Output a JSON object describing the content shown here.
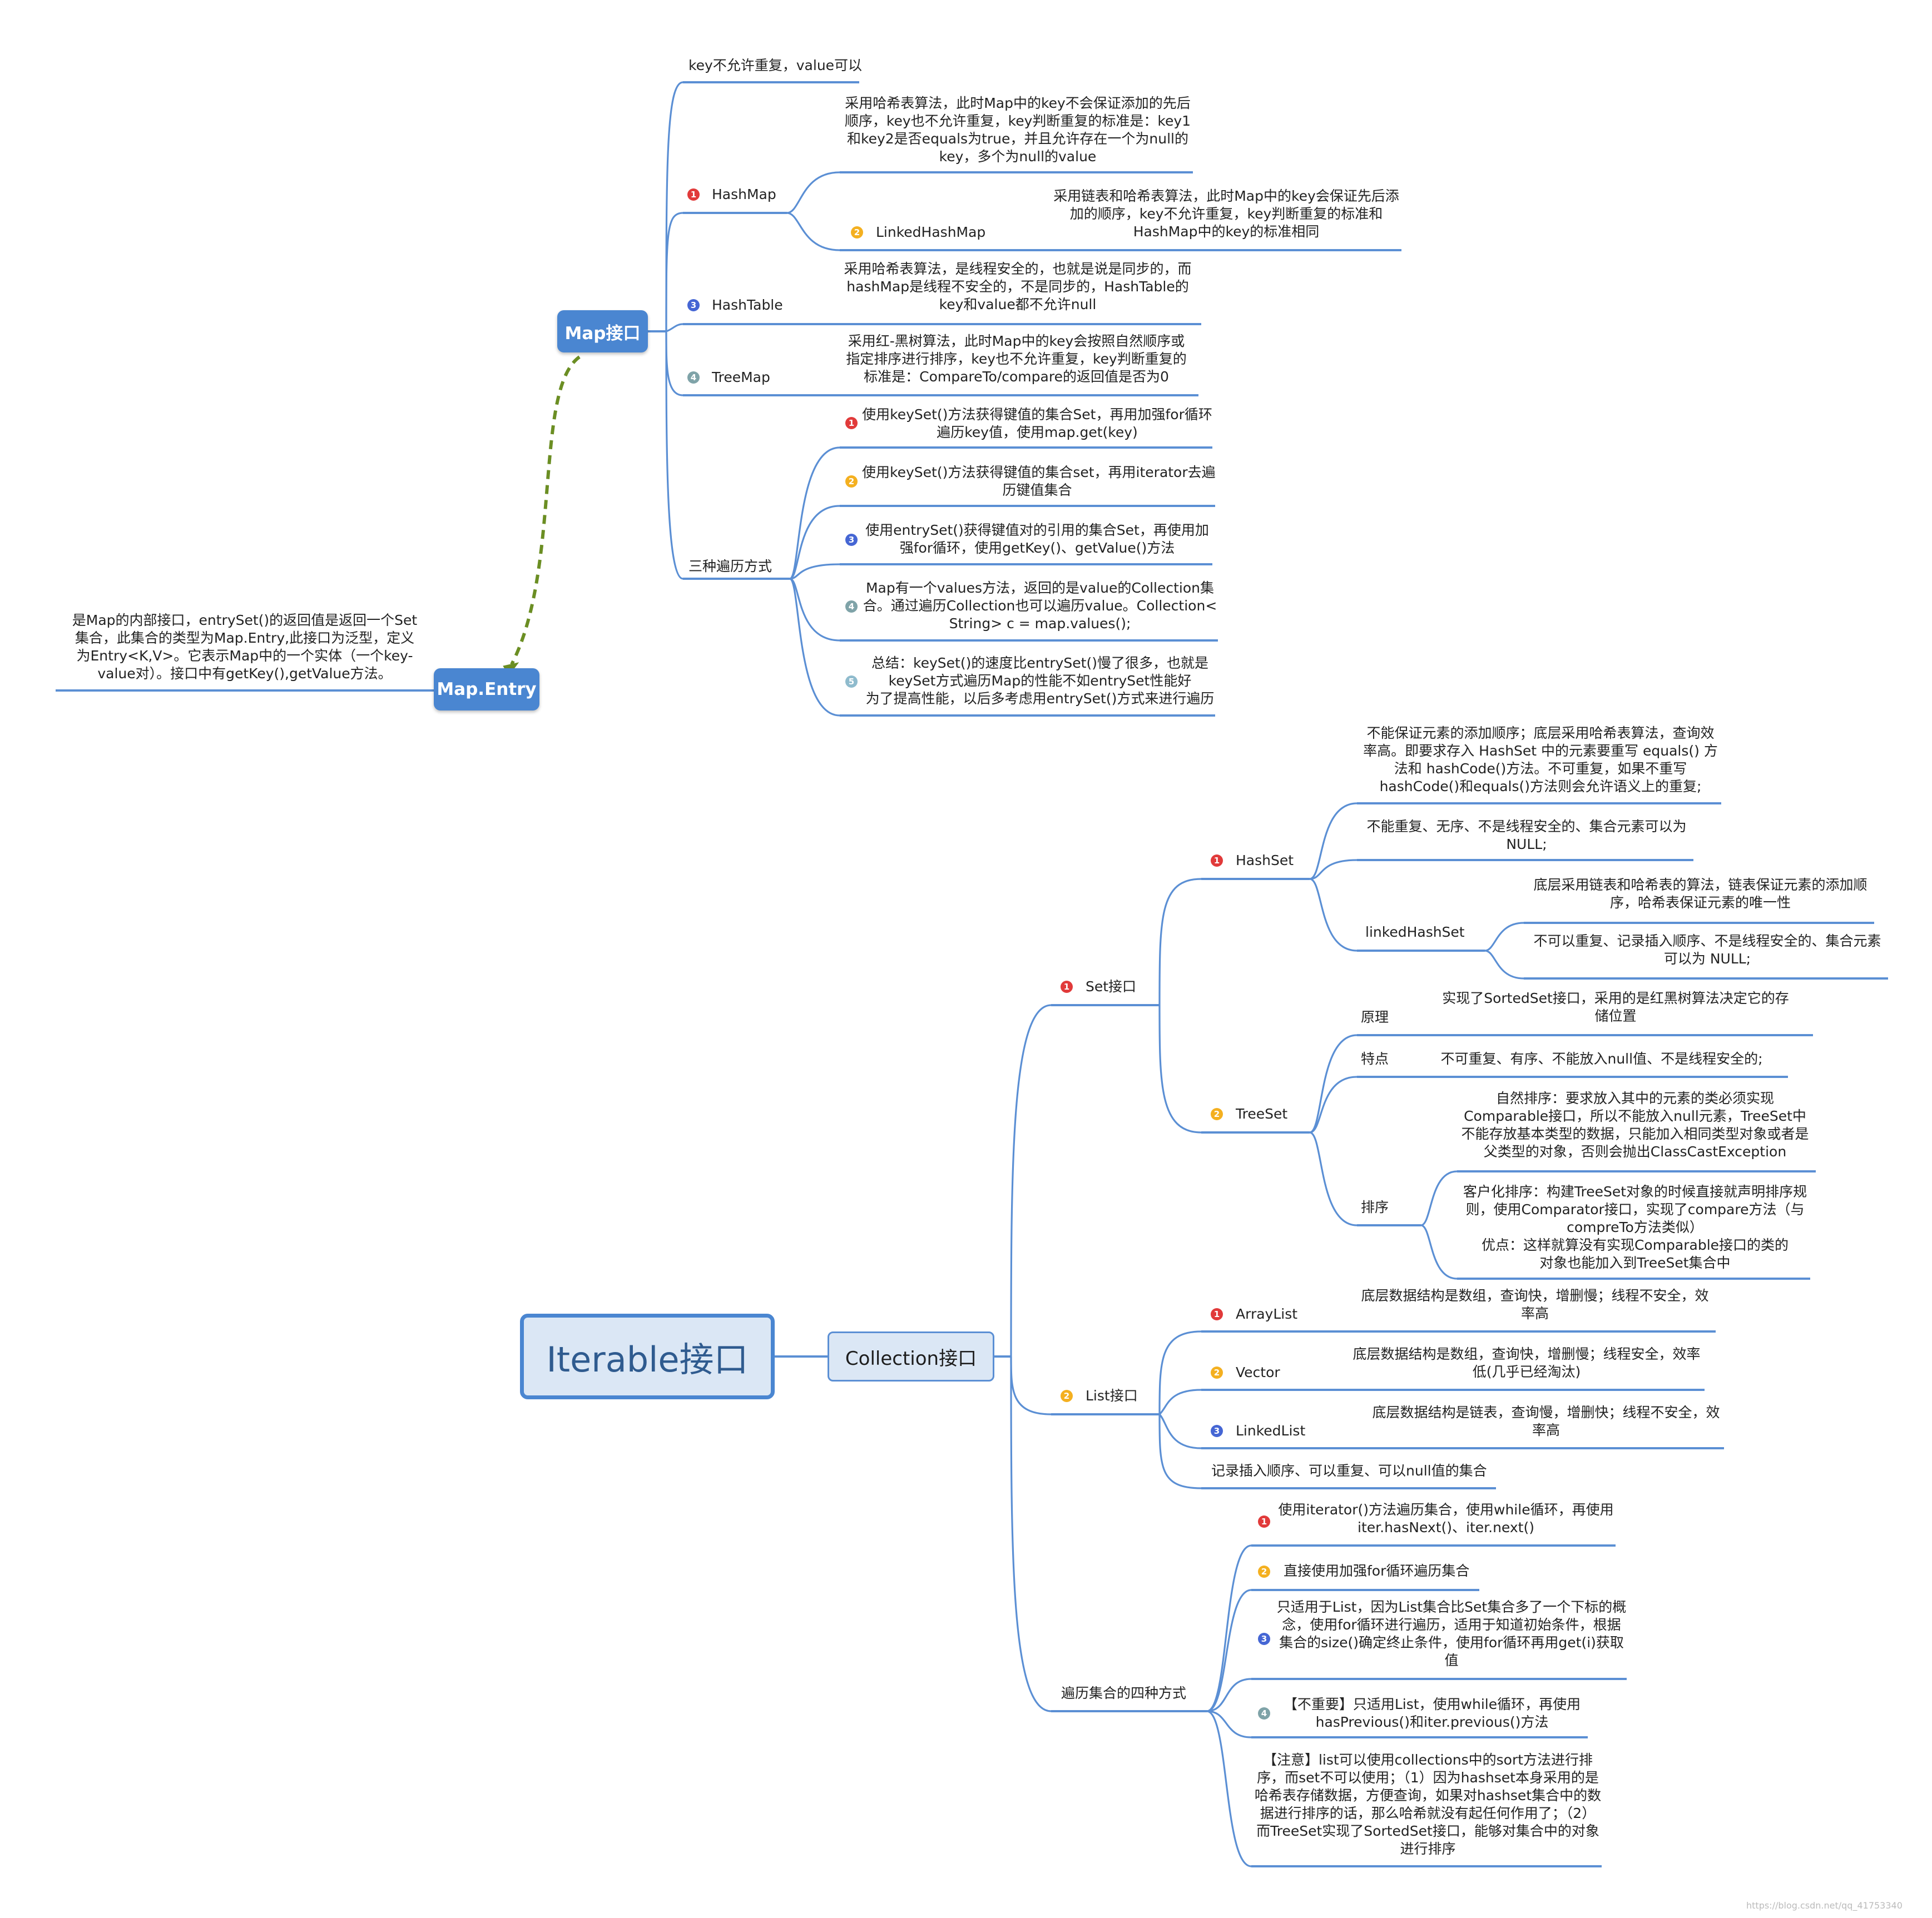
{
  "root": "Iterable接口",
  "collection": "Collection接口",
  "set": {
    "label": "Set接口",
    "hashset": {
      "label": "HashSet",
      "desc1": [
        "不能保证元素的添加顺序；底层采用哈希表算法，查询效",
        "率高。即要求存入 HashSet 中的元素要重写 equals() 方",
        "法和 hashCode()方法。不可重复，如果不重写",
        "hashCode()和equals()方法则会允许语义上的重复;"
      ],
      "desc2": [
        "不能重复、无序、不是线程安全的、集合元素可以为",
        "NULL;"
      ],
      "linked": {
        "label": "linkedHashSet",
        "desc1": [
          "底层采用链表和哈希表的算法，链表保证元素的添加顺",
          "序，哈希表保证元素的唯一性"
        ],
        "desc2": [
          "不可以重复、记录插入顺序、不是线程安全的、集合元素",
          "可以为 NULL;"
        ]
      }
    },
    "treeset": {
      "label": "TreeSet",
      "principle": {
        "label": "原理",
        "desc": [
          "实现了SortedSet接口，采用的是红黑树算法决定它的存",
          "储位置"
        ]
      },
      "feature": {
        "label": "特点",
        "desc": [
          "不可重复、有序、不能放入null值、不是线程安全的;"
        ]
      },
      "sort": {
        "label": "排序",
        "natural": [
          "自然排序：要求放入其中的元素的类必须实现",
          "Comparable接口，所以不能放入null元素，TreeSet中",
          "不能存放基本类型的数据，只能加入相同类型对象或者是",
          "父类型的对象，否则会抛出ClassCastException"
        ],
        "custom": [
          "客户化排序：构建TreeSet对象的时候直接就声明排序规",
          "则，使用Comparator接口，实现了compare方法（与",
          "compreTo方法类似）",
          "优点：这样就算没有实现Comparable接口的类的",
          "对象也能加入到TreeSet集合中"
        ]
      }
    }
  },
  "list": {
    "label": "List接口",
    "arraylist": {
      "label": "ArrayList",
      "desc": [
        "底层数据结构是数组，查询快，增删慢；线程不安全，效",
        "率高"
      ]
    },
    "vector": {
      "label": "Vector",
      "desc": [
        "底层数据结构是数组，查询快，增删慢；线程安全，效率",
        "低(几乎已经淘汰)"
      ]
    },
    "linkedlist": {
      "label": "LinkedList",
      "desc": [
        "底层数据结构是链表，查询慢，增删快；线程不安全，效",
        "率高"
      ]
    },
    "note": "记录插入顺序、可以重复、可以null值的集合"
  },
  "traverse4": {
    "label": "遍历集合的四种方式",
    "items": [
      [
        "使用iterator()方法遍历集合，使用while循环，再使用",
        "iter.hasNext()、iter.next()"
      ],
      [
        "直接使用加强for循环遍历集合"
      ],
      [
        "只适用于List，因为List集合比Set集合多了一个下标的概",
        "念，使用for循环进行遍历，适用于知道初始条件，根据",
        "集合的size()确定终止条件，使用for循环再用get(i)获取",
        "值"
      ],
      [
        "【不重要】只适用List，使用while循环，再使用",
        "hasPrevious()和iter.previous()方法"
      ],
      [
        "【注意】list可以使用collections中的sort方法进行排",
        "序，而set不可以使用；（1）因为hashset本身采用的是",
        "哈希表存储数据，方便查询，如果对hashset集合中的数",
        "据进行排序的话，那么哈希就没有起任何作用了；（2）",
        "而TreeSet实现了SortedSet接口，能够对集合中的对象",
        "进行排序"
      ]
    ]
  },
  "map": {
    "label": "Map接口",
    "key_note": "key不允许重复，value可以",
    "hashmap": {
      "label": "HashMap",
      "desc": [
        "采用哈希表算法，此时Map中的key不会保证添加的先后",
        "顺序，key也不允许重复，key判断重复的标准是：key1",
        "和key2是否equals为true，并且允许存在一个为null的",
        "key，多个为null的value"
      ],
      "linked": {
        "label": "LinkedHashMap",
        "desc": [
          "采用链表和哈希表算法，此时Map中的key会保证先后添",
          "加的顺序，key不允许重复，key判断重复的标准和",
          "HashMap中的key的标准相同"
        ]
      }
    },
    "hashtable": {
      "label": "HashTable",
      "desc": [
        "采用哈希表算法，是线程安全的，也就是说是同步的，而",
        "hashMap是线程不安全的，不是同步的，HashTable的",
        "key和value都不允许null"
      ]
    },
    "treemap": {
      "label": "TreeMap",
      "desc": [
        "采用红-黑树算法，此时Map中的key会按照自然顺序或",
        "指定排序进行排序，key也不允许重复，key判断重复的",
        "标准是：CompareTo/compare的返回值是否为0"
      ]
    },
    "traverse3": {
      "label": "三种遍历方式",
      "items": [
        [
          "使用keySet()方法获得键值的集合Set，再用加强for循环",
          "遍历key值，使用map.get(key)"
        ],
        [
          "使用keySet()方法获得键值的集合set，再用iterator去遍",
          "历键值集合"
        ],
        [
          "使用entrySet()获得键值对的引用的集合Set，再使用加",
          "强for循环，使用getKey()、getValue()方法"
        ],
        [
          "Map有一个values方法，返回的是value的Collection集",
          "合。通过遍历Collection也可以遍历value。Collection<",
          "String> c = map.values();"
        ],
        [
          "总结：keySet()的速度比entrySet()慢了很多，也就是",
          "keySet方式遍历Map的性能不如entrySet性能好",
          "为了提高性能，以后多考虑用entrySet()方式来进行遍历"
        ]
      ]
    }
  },
  "map_entry": {
    "label": "Map.Entry",
    "desc": [
      "是Map的内部接口，entrySet()的返回值是返回一个Set",
      "集合，此集合的类型为Map.Entry,此接口为泛型，定义",
      "为Entry<K,V>。它表示Map中的一个实体（一个key-",
      "value对）。接口中有getKey(),getValue方法。"
    ]
  },
  "watermark": "https://blog.csdn.net/qq_41753340",
  "colors": {
    "line": "#5b8fd4",
    "box": "#4a86d1",
    "dashed": "#6b8e23"
  }
}
